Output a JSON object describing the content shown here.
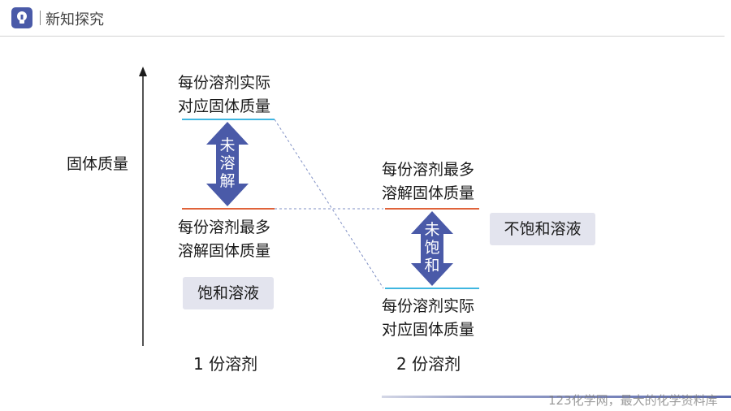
{
  "header": {
    "icon": "lightbulb-icon",
    "title": "新知探究"
  },
  "diagram": {
    "y_axis_label": "固体质量",
    "left": {
      "top_label_line1": "每份溶剂实际",
      "top_label_line2": "对应固体质量",
      "arrow_text": "未溶解",
      "bottom_label_line1": "每份溶剂最多",
      "bottom_label_line2": "溶解固体质量",
      "badge": "饱和溶液",
      "x_label": "1 份溶剂"
    },
    "right": {
      "top_label_line1": "每份溶剂最多",
      "top_label_line2": "溶解固体质量",
      "arrow_text": "未饱和",
      "bottom_label_line1": "每份溶剂实际",
      "bottom_label_line2": "对应固体质量",
      "badge": "不饱和溶液",
      "x_label": "2 份溶剂"
    },
    "colors": {
      "arrow_fill": "#4a5aa8",
      "cyan_line": "#3fb6e0",
      "orange_line": "#e0633a",
      "dashed_line": "#7f8fc4"
    }
  },
  "watermark": "123化学网，最大的化学资料库"
}
